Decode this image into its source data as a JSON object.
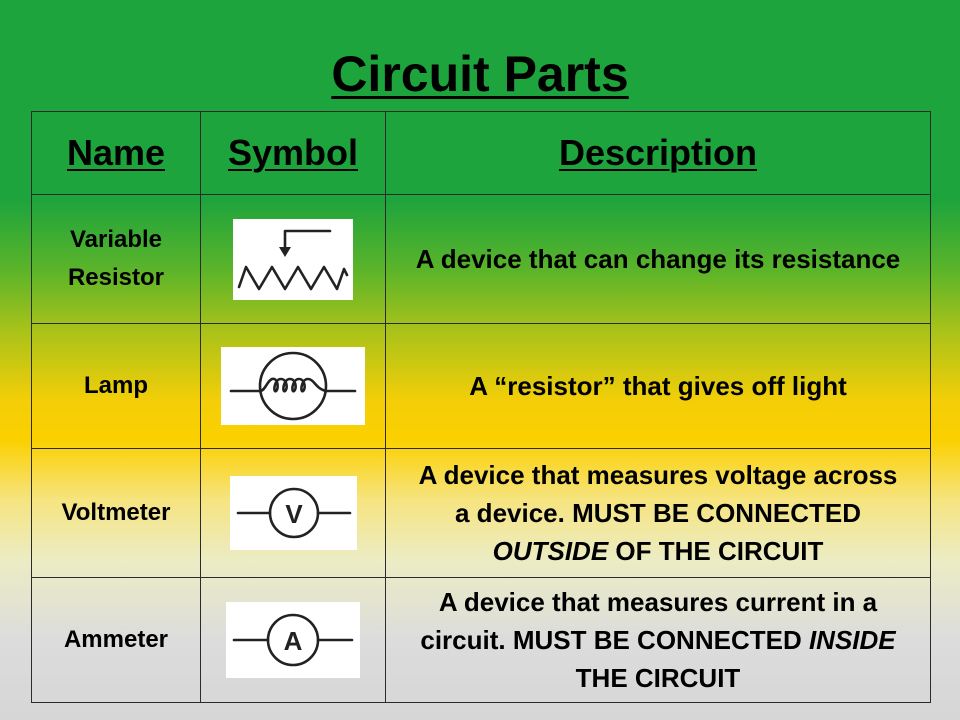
{
  "title": "Circuit Parts",
  "headers": {
    "name": "Name",
    "symbol": "Symbol",
    "description": "Description"
  },
  "rows": [
    {
      "name_line1": "Variable",
      "name_line2": "Resistor",
      "symbol_icon": "variable-resistor-icon",
      "desc": "A device that can change its resistance"
    },
    {
      "name": "Lamp",
      "symbol_icon": "lamp-icon",
      "desc": "A “resistor” that gives off light"
    },
    {
      "name": "Voltmeter",
      "symbol_icon": "voltmeter-icon",
      "symbol_letter": "V",
      "desc_line1": "A device that measures voltage across",
      "desc_line2": "a device.  MUST BE CONNECTED",
      "desc_italic": "OUTSIDE",
      "desc_line3_rest": " OF THE CIRCUIT"
    },
    {
      "name": "Ammeter",
      "symbol_icon": "ammeter-icon",
      "symbol_letter": "A",
      "desc_line1": "A device that measures current in a",
      "desc_line2": "circuit.  MUST BE CONNECTED ",
      "desc_italic": "INSIDE",
      "desc_line3": "THE CIRCUIT"
    }
  ]
}
